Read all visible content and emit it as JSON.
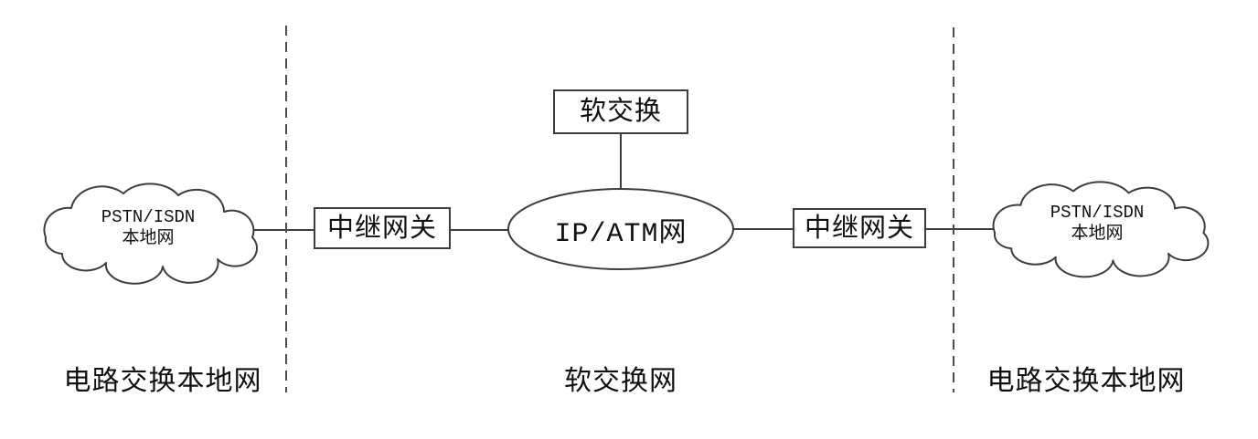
{
  "diagram": {
    "title_semantic": "softswitch-network-architecture",
    "colors": {
      "background": "#ffffff",
      "line": "#3d3d3d",
      "dashed_line": "#4d4d4d",
      "text": "#111111"
    },
    "nodes": {
      "softswitch": {
        "label": "软交换"
      },
      "core_network": {
        "label": "IP/ATM网"
      },
      "left_gateway": {
        "label": "中继网关"
      },
      "right_gateway": {
        "label": "中继网关"
      },
      "left_cloud": {
        "line1": "PSTN/ISDN",
        "line2": "本地网"
      },
      "right_cloud": {
        "line1": "PSTN/ISDN",
        "line2": "本地网"
      }
    },
    "zones": {
      "left": "电路交换本地网",
      "center": "软交换网",
      "right": "电路交换本地网"
    }
  }
}
